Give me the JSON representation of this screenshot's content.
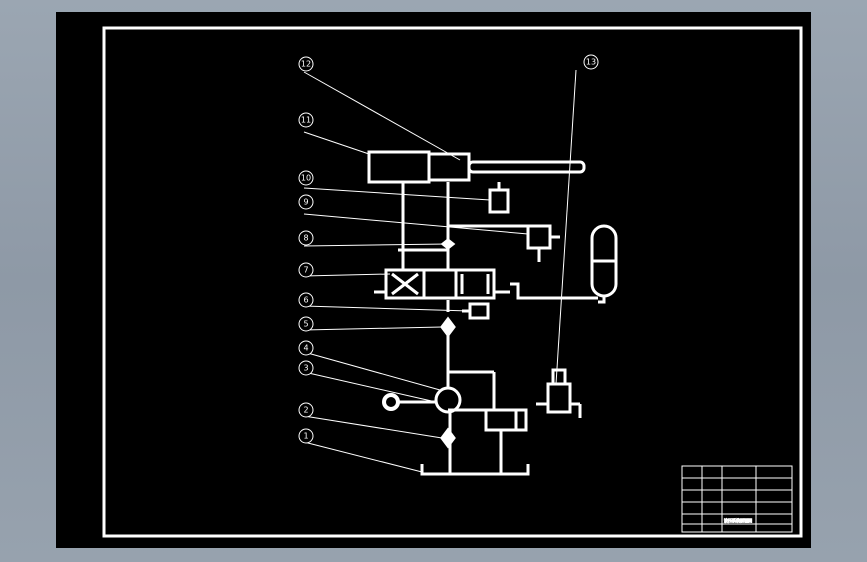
{
  "drawing": {
    "callouts": [
      "1",
      "2",
      "3",
      "4",
      "5",
      "6",
      "7",
      "8",
      "9",
      "10",
      "11",
      "12",
      "13"
    ]
  },
  "title_block": {
    "title": "液压系统原理图"
  },
  "colors": {
    "background": "#000000",
    "lines": "#ffffff",
    "viewport_frame": "#8f9aa6"
  }
}
